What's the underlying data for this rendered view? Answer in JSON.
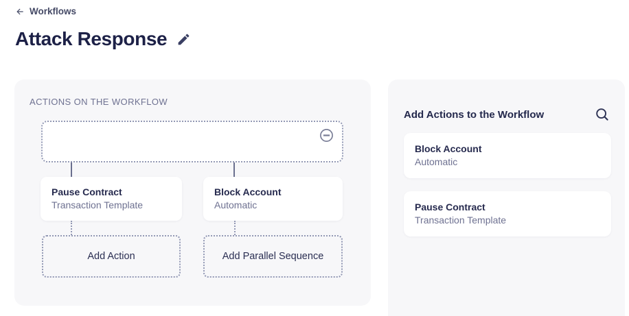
{
  "header": {
    "back_label": "Workflows",
    "title": "Attack Response"
  },
  "canvas": {
    "label": "ACTIONS ON THE WORKFLOW",
    "nodes": [
      {
        "title": "Pause Contract",
        "subtitle": "Transaction Template"
      },
      {
        "title": "Block Account",
        "subtitle": "Automatic"
      }
    ],
    "add_action_label": "Add Action",
    "add_parallel_label": "Add Parallel Sequence"
  },
  "palette": {
    "title": "Add Actions to the Workflow",
    "items": [
      {
        "title": "Block Account",
        "subtitle": "Automatic"
      },
      {
        "title": "Pause Contract",
        "subtitle": "Transaction Template"
      }
    ]
  },
  "icons": {
    "back_arrow": "left-arrow",
    "edit": "pencil",
    "remove": "minus-circle",
    "search": "magnifying-glass"
  },
  "colors": {
    "panel_bg": "#f7f7f9",
    "card_bg": "#ffffff",
    "text_primary": "#23284c",
    "text_secondary": "#6e7191",
    "dotted_border": "#9298b4",
    "connector": "#6a6f8e"
  }
}
